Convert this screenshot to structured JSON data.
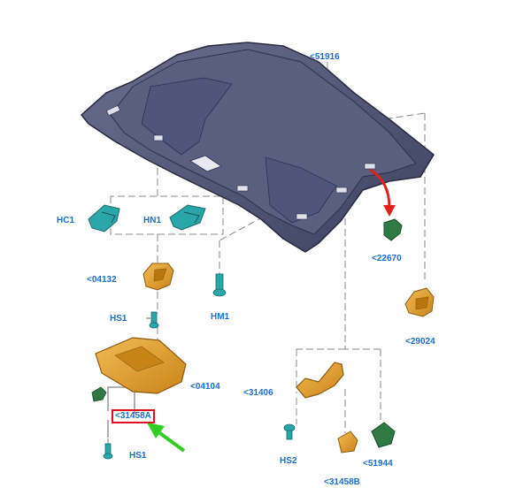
{
  "colors": {
    "label": "#1a6fd1",
    "headliner": "#4a4f6e",
    "tan_part": "#e0a030",
    "teal_part": "#2aa6a8",
    "green_part": "#2f7a44",
    "highlight": "#e0101a",
    "pointer_arrow": "#33cc22",
    "red_arrow": "#e0201a"
  },
  "labels": {
    "headliner": "<51916",
    "clip_left": "HC1",
    "clip_right": "HN1",
    "grab_handle_rear": "<22670",
    "pivot_bracket": "<04132",
    "screw_top": "HS1",
    "bolt_mid": "HM1",
    "hook_bracket": "<29024",
    "sun_visor": "<04104",
    "visor_clip": "<31458A",
    "screw_bottom": "HS1",
    "grab_handle": "<31406",
    "screw_handle": "HS2",
    "end_cap_green": "<51944",
    "end_cap_tan": "<31458B"
  },
  "highlighted_part": "<31458A"
}
